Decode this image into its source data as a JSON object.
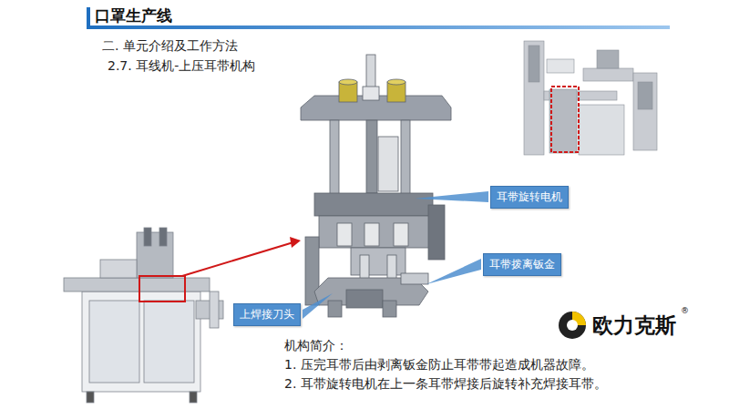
{
  "diagram": {
    "title": "口罩生产线",
    "nodes": [
      {
        "text": [
          "耳带旋转电机"
        ]
      },
      {
        "text": [
          "耳带拨离钣金"
        ]
      },
      {
        "text": [
          "上焊接刀头"
        ]
      }
    ],
    "labels": [
      "二. 单元介绍及工作方法",
      "2.7. 耳线机-上压耳带机构",
      "机构简介：",
      "1. 压完耳带后由剥离钣金防止耳带带起造成机器故障。",
      "2. 耳带旋转电机在上一条耳带焊接后旋转补充焊接耳带。",
      "欧力克斯",
      "®"
    ]
  }
}
